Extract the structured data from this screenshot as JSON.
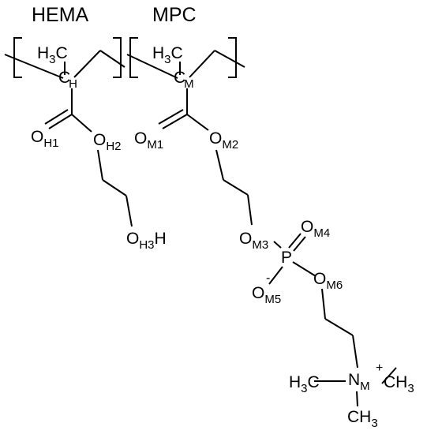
{
  "labels": {
    "hema_title": "HEMA",
    "mpc_title": "MPC",
    "hema": {
      "methyl": "H",
      "methyl_sub": "3",
      "methyl_c": "C",
      "backbone_c": "C",
      "backbone_c_label": "H",
      "o1": "O",
      "o1_label": "H1",
      "o2": "O",
      "o2_label": "H2",
      "o3": "O",
      "o3_label": "H3",
      "hydroxyl_h": "H"
    },
    "mpc": {
      "methyl": "H",
      "methyl_sub": "3",
      "methyl_c": "C",
      "backbone_c": "C",
      "backbone_c_label": "M",
      "o1": "O",
      "o1_label": "M1",
      "o2": "O",
      "o2_label": "M2",
      "o3": "O",
      "o3_label": "M3",
      "p": "P",
      "o4": "O",
      "o4_label": "M4",
      "o5": "O",
      "o5_label": "M5",
      "o5_charge": "-",
      "o6": "O",
      "o6_label": "M6",
      "n": "N",
      "n_label": "M",
      "n_charge": "+",
      "left_methyl_h": "H",
      "left_methyl_sub": "3",
      "left_methyl_c": "C",
      "right_methyl_c": "CH",
      "right_methyl_sub": "3",
      "bottom_methyl_c": "CH",
      "bottom_methyl_sub": "3"
    }
  }
}
